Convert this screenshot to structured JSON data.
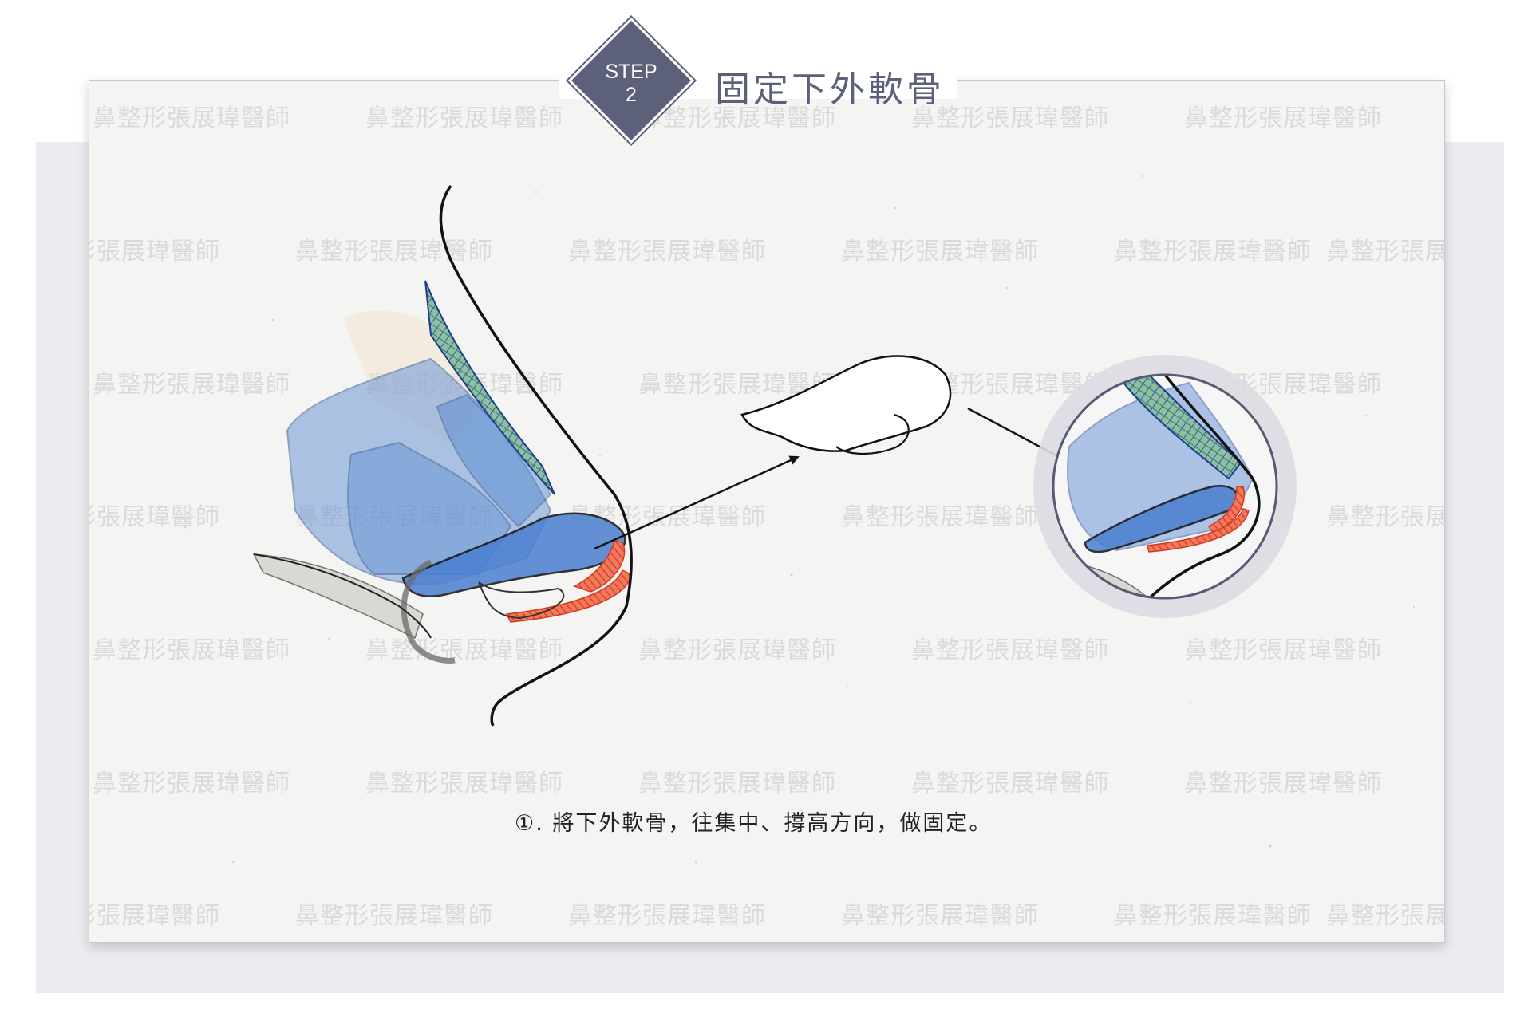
{
  "header": {
    "badge_label": "STEP",
    "badge_number": "2",
    "title": "固定下外軟骨"
  },
  "watermark_text": "鼻整形張展瑋醫師",
  "caption": "①. 將下外軟骨，往集中、撐高方向，做固定。",
  "colors": {
    "brand": "#5d607a",
    "paper": "#f4f4f2",
    "cartilage_blue": "#5b8fd2",
    "septum_green": "#5f9a7a",
    "fixation_red": "#e8533a"
  }
}
